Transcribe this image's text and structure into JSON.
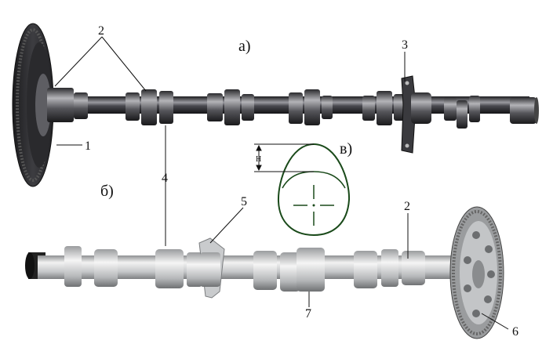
{
  "figure": {
    "part_labels": {
      "a": "а)",
      "b": "б)",
      "v": "в)"
    },
    "callouts": {
      "n1": "1",
      "n2_top": "2",
      "n3": "3",
      "n4": "4",
      "n5": "5",
      "n2_bottom": "2",
      "n6": "6",
      "n7": "7"
    },
    "cam_profile": {
      "height_label": "Н"
    }
  },
  "colors": {
    "dark_shaft": "#2b2b2e",
    "dark_highlight": "#8c8c92",
    "light_shaft": "#b9bbbd",
    "light_highlight": "#eeeeee",
    "profile_line": "#1a4a1a",
    "line": "#111111"
  }
}
